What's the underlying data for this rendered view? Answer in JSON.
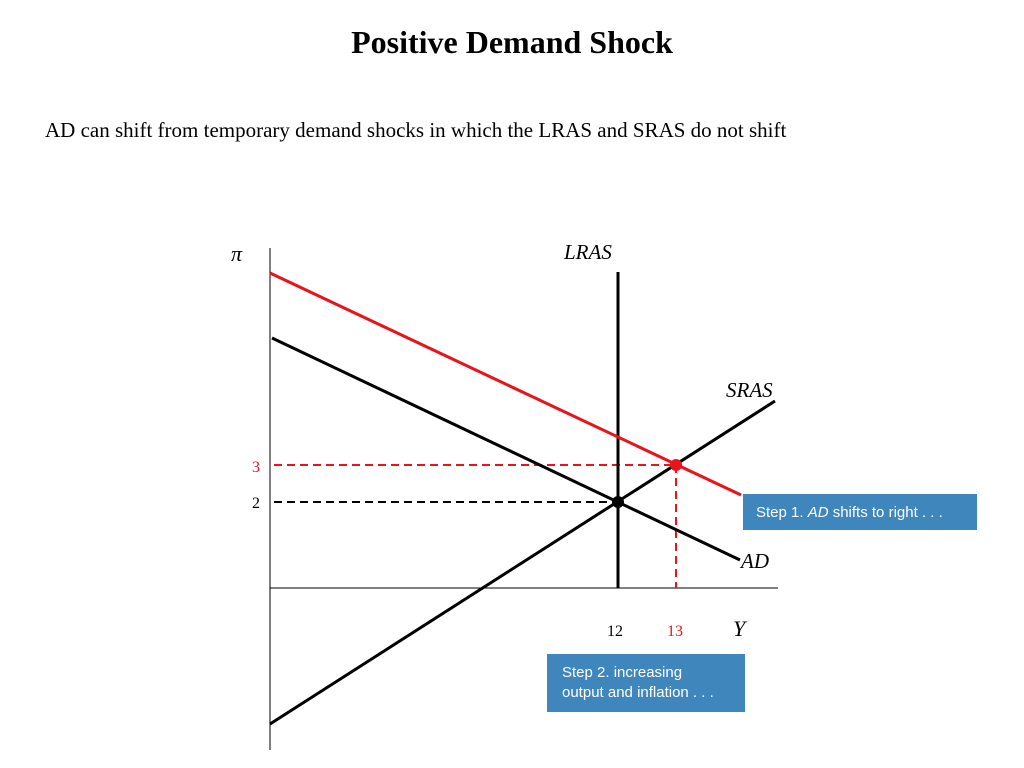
{
  "slide": {
    "title": "Positive Demand Shock",
    "subtitle": "AD can shift from temporary demand shocks in which the LRAS and SRAS do not shift"
  },
  "diagram": {
    "y_axis_symbol": "π",
    "x_axis_symbol": "Y",
    "curves": {
      "lras": "LRAS",
      "sras": "SRAS",
      "ad": "AD"
    },
    "equilibria": [
      {
        "id": "initial",
        "output": "12",
        "inflation": "2",
        "color": "#000000"
      },
      {
        "id": "new",
        "output": "13",
        "inflation": "3",
        "color": "#e8141b"
      }
    ],
    "colors": {
      "new_ad": "#e8141b",
      "callout_bg": "#3f86bd"
    }
  },
  "callouts": {
    "step1": {
      "prefix": "Step 1. ",
      "emph": "AD",
      "suffix": " shifts to right . . ."
    },
    "step2": {
      "line1": "Step 2.  increasing",
      "line2": "output and inflation . . ."
    }
  }
}
